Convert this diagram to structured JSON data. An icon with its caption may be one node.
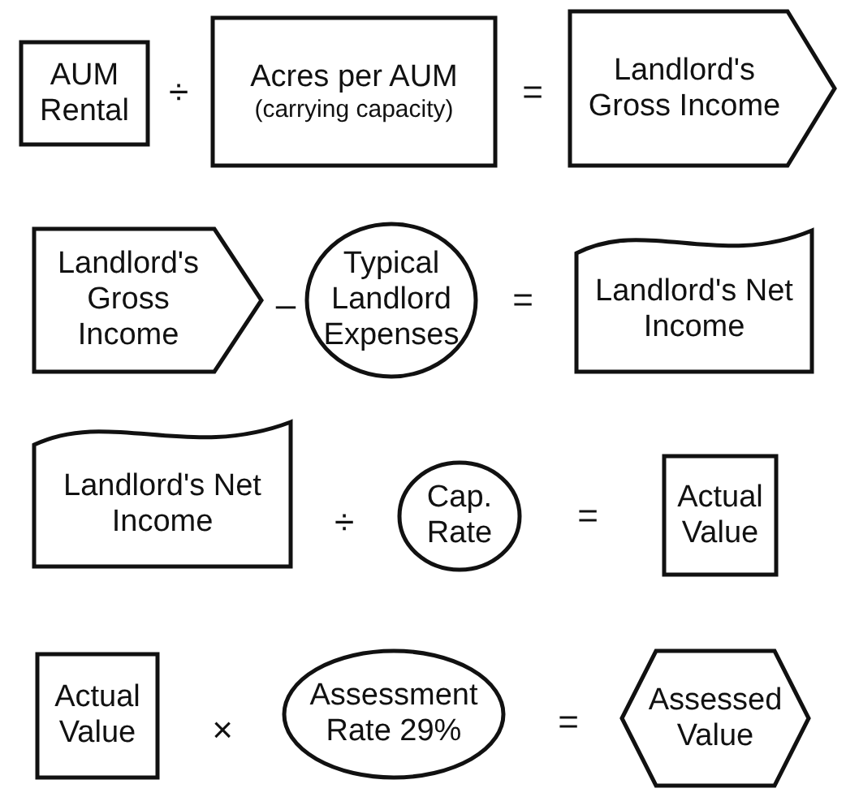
{
  "diagram": {
    "nodes": [
      {
        "text": [
          "AUM Rental"
        ]
      },
      {
        "text": [
          "Acres per AUM",
          "(carrying capacity)"
        ]
      },
      {
        "text": [
          "Landlord's Gross Income"
        ]
      },
      {
        "text": [
          "Landlord's Gross Income"
        ]
      },
      {
        "text": [
          "Typical Landlord Expenses"
        ]
      },
      {
        "text": [
          "Landlord's Net Income"
        ]
      },
      {
        "text": [
          "Landlord's Net Income"
        ]
      },
      {
        "text": [
          "Cap. Rate"
        ]
      },
      {
        "text": [
          "Actual Value"
        ]
      },
      {
        "text": [
          "Actual Value"
        ]
      },
      {
        "text": [
          "Assessment Rate 29%"
        ]
      },
      {
        "text": [
          "Assessed Value"
        ]
      }
    ],
    "labels": [
      "÷",
      "=",
      "–",
      "=",
      "÷",
      "=",
      "×",
      "="
    ]
  }
}
